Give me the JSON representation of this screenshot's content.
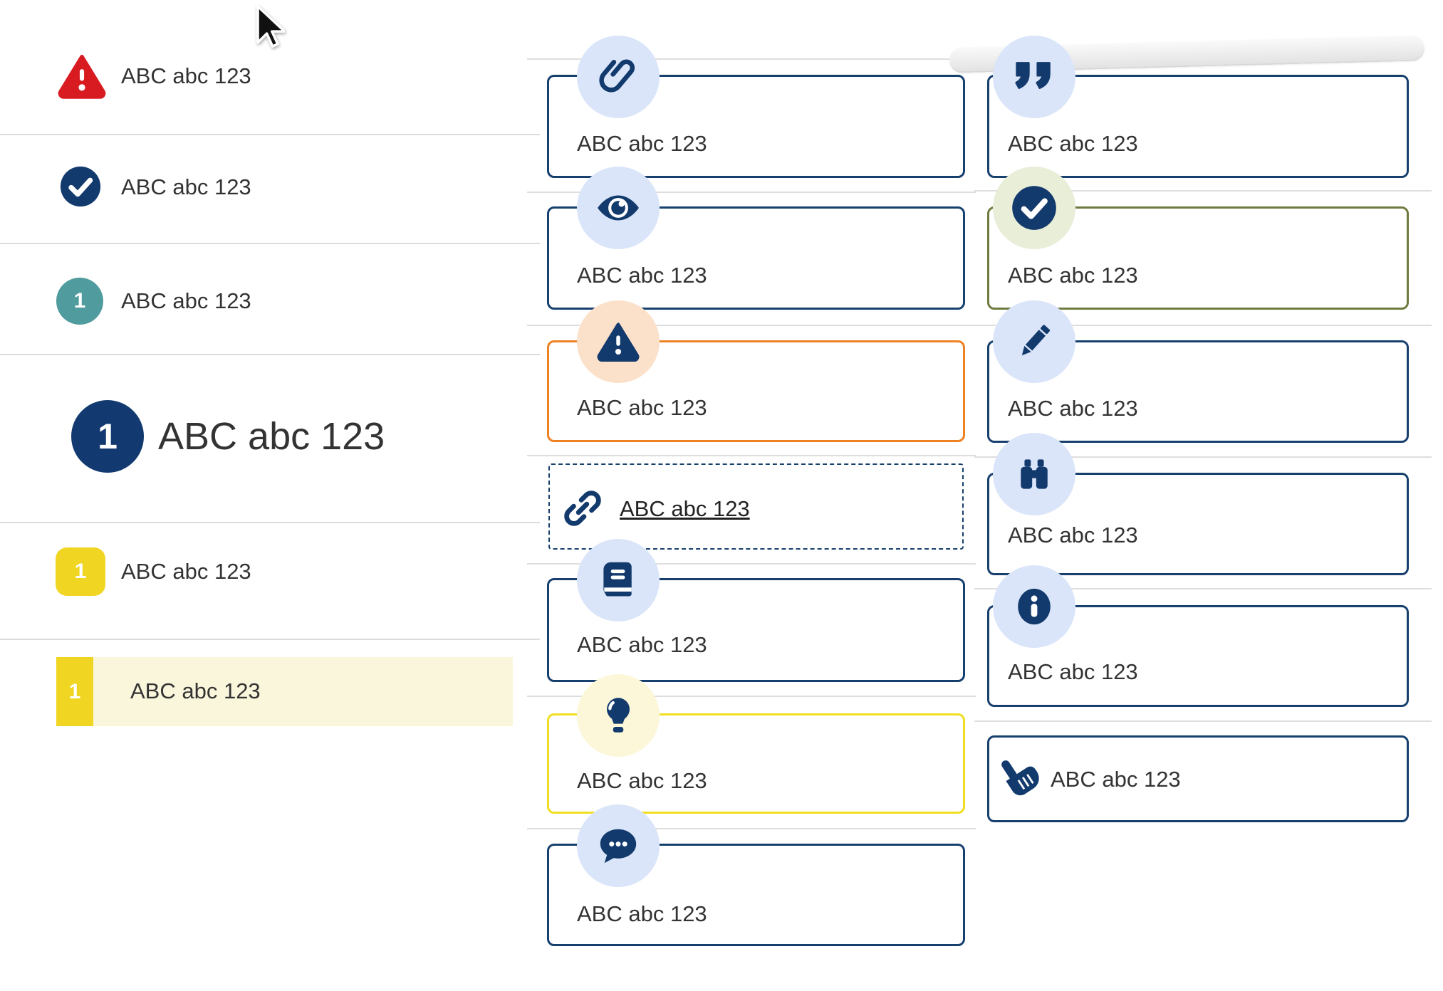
{
  "left_list": {
    "items": [
      {
        "icon": "warning-triangle-icon",
        "label": "ABC abc 123",
        "variant": "red"
      },
      {
        "icon": "check-circle-icon",
        "label": "ABC abc 123",
        "variant": "navy"
      },
      {
        "icon": "number-badge",
        "number": "1",
        "label": "ABC abc 123",
        "variant": "teal"
      },
      {
        "icon": "number-badge",
        "number": "1",
        "label": "ABC abc 123",
        "variant": "navy-large"
      },
      {
        "icon": "number-badge",
        "number": "1",
        "label": "ABC abc 123",
        "variant": "yellow"
      },
      {
        "icon": "number-badge",
        "number": "1",
        "label": "ABC abc 123",
        "variant": "yellow-highlighted"
      }
    ]
  },
  "middle_callouts": [
    {
      "icon": "paperclip-icon",
      "label": "ABC abc 123",
      "style": "navy"
    },
    {
      "icon": "eye-icon",
      "label": "ABC abc 123",
      "style": "navy"
    },
    {
      "icon": "warning-triangle-icon",
      "label": "ABC abc 123",
      "style": "orange"
    },
    {
      "icon": "link-icon",
      "label": "ABC abc 123",
      "style": "dashed-link"
    },
    {
      "icon": "book-icon",
      "label": "ABC abc 123",
      "style": "navy"
    },
    {
      "icon": "lightbulb-icon",
      "label": "ABC abc 123",
      "style": "yellow"
    },
    {
      "icon": "chat-bubble-icon",
      "label": "ABC abc 123",
      "style": "navy"
    }
  ],
  "right_callouts": [
    {
      "icon": "quote-icon",
      "label": "ABC abc 123",
      "style": "navy"
    },
    {
      "icon": "check-circle-icon",
      "label": "ABC abc 123",
      "style": "olive-green"
    },
    {
      "icon": "pencil-icon",
      "label": "ABC abc 123",
      "style": "navy"
    },
    {
      "icon": "binoculars-icon",
      "label": "ABC abc 123",
      "style": "navy"
    },
    {
      "icon": "info-icon",
      "label": "ABC abc 123",
      "style": "navy"
    },
    {
      "icon": "hand-pointer-icon",
      "label": "ABC abc 123",
      "style": "navy-inline-icon"
    }
  ],
  "colors": {
    "navy": "#17406e",
    "icon_navy": "#133a6d",
    "red": "#d81b21",
    "teal": "#4f9b9e",
    "yellow": "#f0d622",
    "highlight_cream": "#faf6dc",
    "orange": "#ee8222",
    "olive": "#6e7b3f",
    "bulb_yellow": "#f0df20",
    "badge_blue": "#dae5f9",
    "badge_peach": "#fbe0ca",
    "badge_cream": "#fbf7d8",
    "badge_green": "#e9eed9",
    "divider": "#dcdcdc",
    "text": "#333333"
  }
}
